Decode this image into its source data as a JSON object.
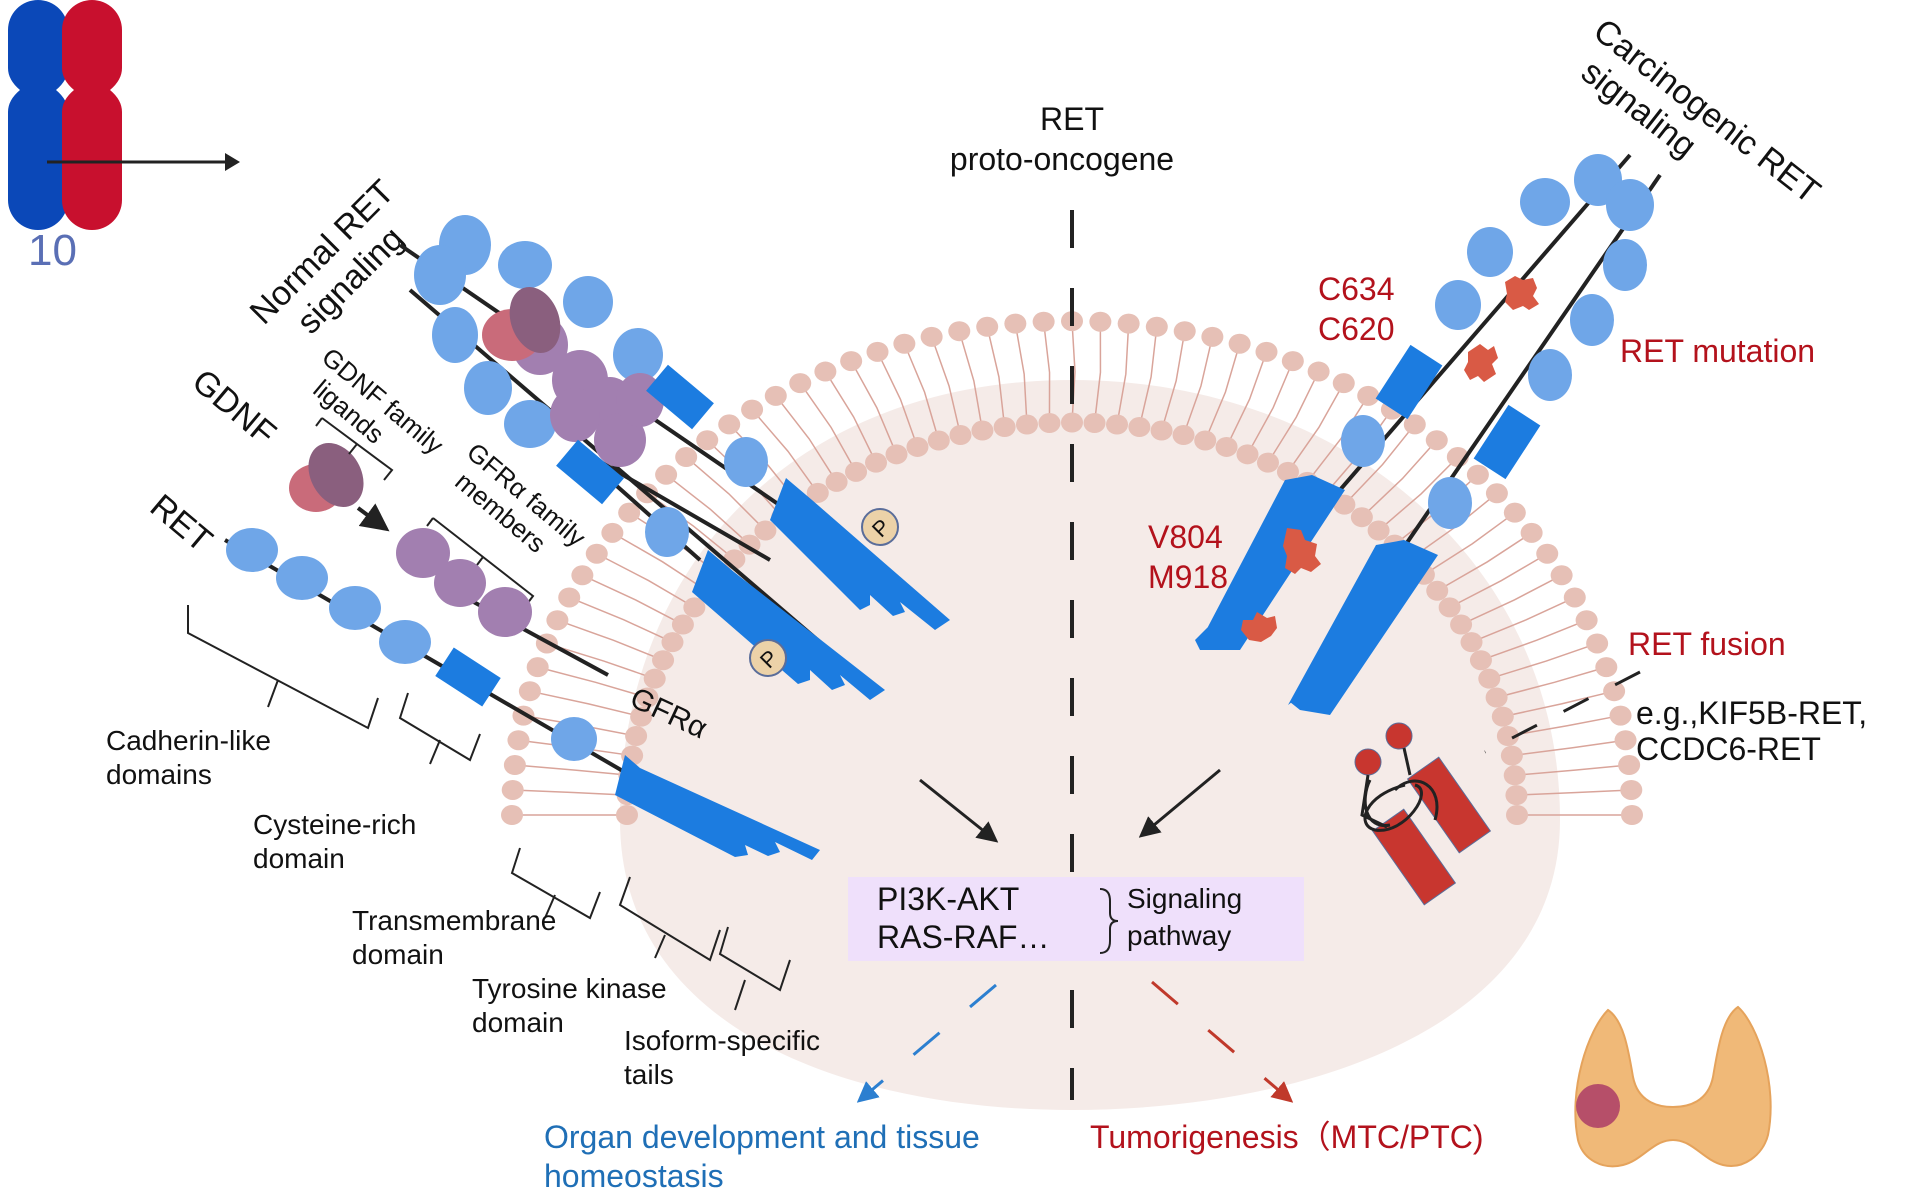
{
  "chromosome": {
    "number": "10"
  },
  "title": {
    "line1": "RET",
    "line2": "proto-oncogene"
  },
  "normal": {
    "line1": "Normal RET",
    "line2": "signaling"
  },
  "carcinogenic": {
    "line1": "Carcinogenic RET",
    "line2": "signaling"
  },
  "labels": {
    "gdnf": "GDNF",
    "ret": "RET",
    "gdnf_family_1": "GDNF family",
    "gdnf_family_2": "ligands",
    "gfra_family_1": "GFRα family",
    "gfra_family_2": "members",
    "gfra": "GFRα",
    "phospho": "P"
  },
  "domains": [
    {
      "line1": "Cadherin-like",
      "line2": "domains"
    },
    {
      "line1": "Cysteine-rich",
      "line2": "domain"
    },
    {
      "line1": "Transmembrane",
      "line2": "domain"
    },
    {
      "line1": "Tyrosine kinase",
      "line2": "domain"
    },
    {
      "line1": "Isoform-specific",
      "line2": "tails"
    }
  ],
  "mutations": {
    "extracellular": [
      "C634",
      "C620"
    ],
    "intracellular": [
      "V804",
      "M918"
    ],
    "mutation_label": "RET mutation",
    "fusion_label": "RET fusion",
    "fusion_examples": [
      "e.g.,KIF5B-RET,",
      "CCDC6-RET"
    ]
  },
  "pathway": {
    "items": [
      "PI3K-AKT",
      "RAS-RAF…"
    ],
    "label": [
      "Signaling",
      "pathway"
    ]
  },
  "outcomes": {
    "normal": [
      "Organ development and tissue",
      "homeostasis"
    ],
    "tumor": "Tumorigenesis（MTC/PTC)"
  },
  "colors": {
    "ret_domain": "#6fa6e8",
    "ret_kinase": "#1c7ce0",
    "gfra": "#a27fb0",
    "gdnf_dark": "#8a5f7e",
    "gdnf_light": "#c96b7a",
    "membrane": "#e6c0b6",
    "cytoplasm": "#f5ebe8",
    "mutation": "#d95a45",
    "fusion": "#c8362f",
    "normal_text": "#1f6fb6",
    "tumor_text": "#b3121c",
    "pathway_box": "#efe0fb",
    "chrom_blue": "#0b48b8",
    "chrom_red": "#c8102e"
  }
}
